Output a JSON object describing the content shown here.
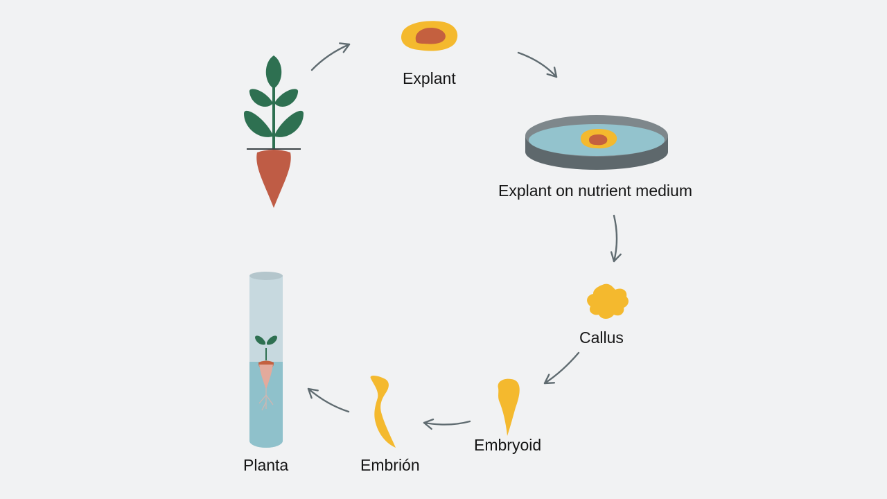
{
  "stages": [
    {
      "id": "explant",
      "label": "Explant"
    },
    {
      "id": "medium",
      "label": "Explant on nutrient medium"
    },
    {
      "id": "callus",
      "label": "Callus"
    },
    {
      "id": "embryoid",
      "label": "Embryoid"
    },
    {
      "id": "embrion",
      "label": "Embrión"
    },
    {
      "id": "planta",
      "label": "Planta"
    }
  ],
  "colors": {
    "background": "#f1f2f3",
    "arrow": "#5f6b70",
    "leaf": "#2e7051",
    "root": "#bf5c45",
    "yellow": "#f4b92e",
    "explant_core": "#c4603f",
    "medium_liquid": "#93c3cd",
    "dish": "#6a7478",
    "tube_glass": "#c7d9df",
    "tube_liquid": "#8fc1cb",
    "root_light": "#e3aa9c"
  }
}
